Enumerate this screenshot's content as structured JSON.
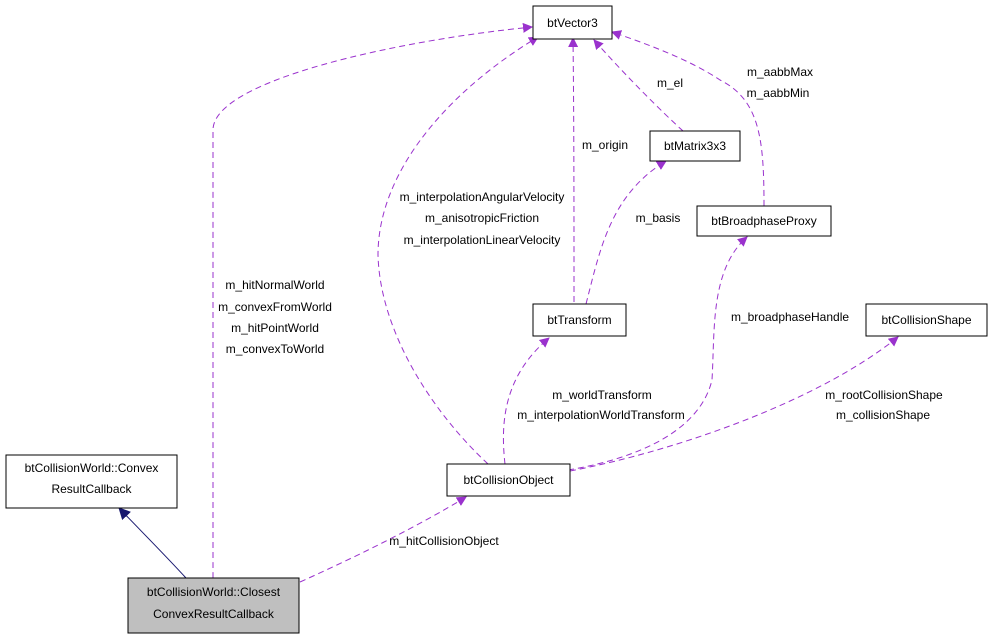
{
  "colors": {
    "usage_edge": "#9a32cd",
    "inheritance_edge": "#191970",
    "highlight_fill": "#bfbfbf"
  },
  "nodes": {
    "btVector3": {
      "lines": [
        "btVector3"
      ]
    },
    "btMatrix3x3": {
      "lines": [
        "btMatrix3x3"
      ]
    },
    "btBroadphaseProxy": {
      "lines": [
        "btBroadphaseProxy"
      ]
    },
    "btTransform": {
      "lines": [
        "btTransform"
      ]
    },
    "btCollisionShape": {
      "lines": [
        "btCollisionShape"
      ]
    },
    "btCollisionObject": {
      "lines": [
        "btCollisionObject"
      ]
    },
    "ConvexResultCallback": {
      "lines": [
        "btCollisionWorld::Convex",
        "ResultCallback"
      ]
    },
    "ClosestConvexResultCallback": {
      "lines": [
        "btCollisionWorld::Closest",
        "ConvexResultCallback"
      ]
    }
  },
  "edge_labels": {
    "vector_to_callback": [
      "m_hitNormalWorld",
      "m_convexFromWorld",
      "m_hitPointWorld",
      "m_convexToWorld"
    ],
    "vector_to_object": [
      "m_interpolationAngularVelocity",
      "m_anisotropicFriction",
      "m_interpolationLinearVelocity"
    ],
    "vector_to_transform": [
      "m_origin"
    ],
    "vector_to_matrix": [
      "m_el"
    ],
    "vector_to_proxy": [
      "m_aabbMax",
      "m_aabbMin"
    ],
    "matrix_to_transform": [
      "m_basis"
    ],
    "proxy_to_object": [
      "m_broadphaseHandle"
    ],
    "transform_to_object": [
      "m_worldTransform",
      "m_interpolationWorldTransform"
    ],
    "shape_to_object": [
      "m_rootCollisionShape",
      "m_collisionShape"
    ],
    "object_to_callback": [
      "m_hitCollisionObject"
    ]
  }
}
